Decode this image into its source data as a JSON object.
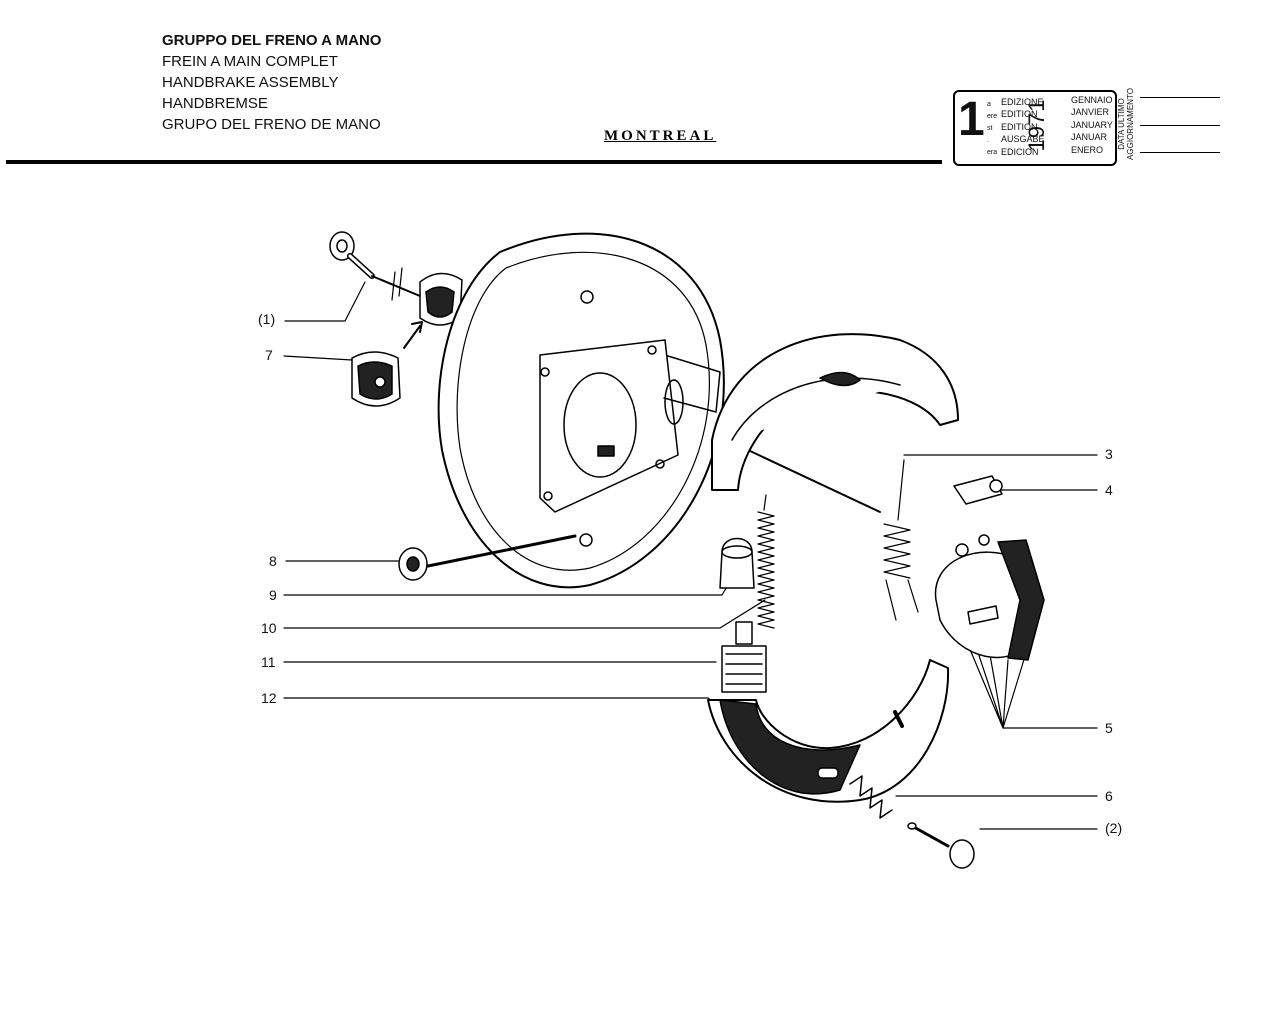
{
  "header": {
    "titles": [
      "GRUPPO DEL FRENO A MANO",
      "FREIN A MAIN COMPLET",
      "HANDBRAKE ASSEMBLY",
      "HANDBREMSE",
      "GRUPO DEL FRENO DE MANO"
    ],
    "model": "MONTREAL"
  },
  "edition": {
    "number": "1",
    "superscripts": [
      "a",
      "ere",
      "st",
      ".",
      "era"
    ],
    "edition_labels": [
      "EDIZIONE",
      "EDITION",
      "EDITION",
      "AUSGABE",
      "EDICION"
    ],
    "year": "1971",
    "months": [
      "GENNAIO",
      "JANVIER",
      "JANUARY",
      "JANUAR",
      "ENERO"
    ],
    "update_label_1": "DATA ULTIMO",
    "update_label_2": "AGGIORNAMENTO"
  },
  "callouts": {
    "left": [
      "(1)",
      "7",
      "8",
      "9",
      "10",
      "11",
      "12"
    ],
    "right": [
      "3",
      "4",
      "5",
      "6",
      "(2)"
    ]
  }
}
